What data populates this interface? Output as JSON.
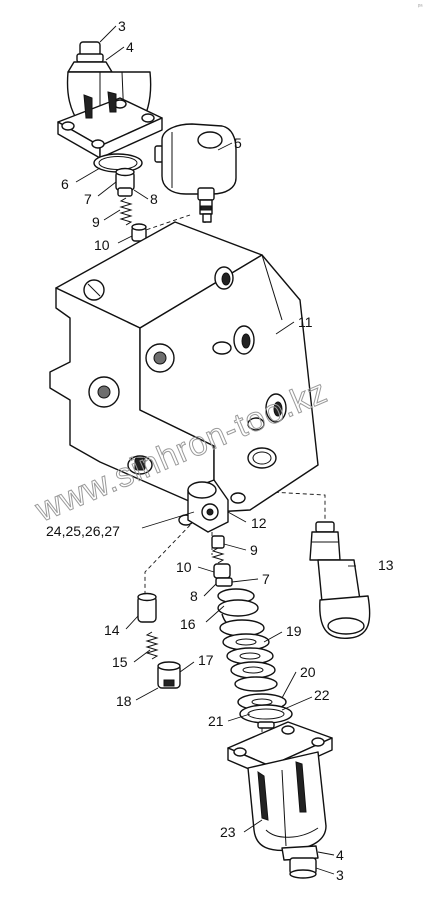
{
  "watermark": "www.sinhron-too.kz",
  "corner_mark": "ᵖᵃ",
  "labels": [
    {
      "id": "l3a",
      "text": "3"
    },
    {
      "id": "l4a",
      "text": "4"
    },
    {
      "id": "l5",
      "text": "5"
    },
    {
      "id": "l6",
      "text": "6"
    },
    {
      "id": "l7a",
      "text": "7"
    },
    {
      "id": "l8a",
      "text": "8"
    },
    {
      "id": "l9a",
      "text": "9"
    },
    {
      "id": "l10a",
      "text": "10"
    },
    {
      "id": "l11",
      "text": "11"
    },
    {
      "id": "l24",
      "text": "24,25,26,27"
    },
    {
      "id": "l12",
      "text": "12"
    },
    {
      "id": "l9b",
      "text": "9"
    },
    {
      "id": "l10b",
      "text": "10"
    },
    {
      "id": "l7b",
      "text": "7"
    },
    {
      "id": "l8b",
      "text": "8"
    },
    {
      "id": "l13",
      "text": "13"
    },
    {
      "id": "l16",
      "text": "16"
    },
    {
      "id": "l14",
      "text": "14"
    },
    {
      "id": "l19",
      "text": "19"
    },
    {
      "id": "l15",
      "text": "15"
    },
    {
      "id": "l17",
      "text": "17"
    },
    {
      "id": "l18",
      "text": "18"
    },
    {
      "id": "l20",
      "text": "20"
    },
    {
      "id": "l22",
      "text": "22"
    },
    {
      "id": "l21",
      "text": "21"
    },
    {
      "id": "l23",
      "text": "23"
    },
    {
      "id": "l4b",
      "text": "4"
    },
    {
      "id": "l3b",
      "text": "3"
    }
  ]
}
